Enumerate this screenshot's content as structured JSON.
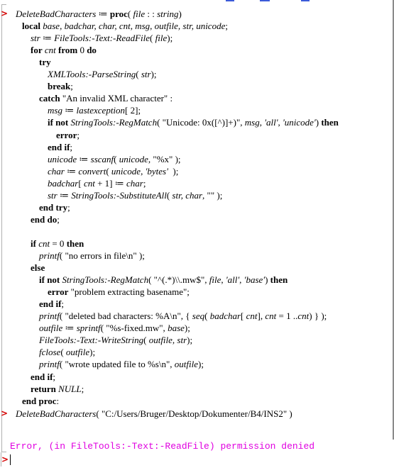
{
  "prompt_symbol": ">",
  "code_lines": [
    {
      "indent": 0,
      "segs": [
        [
          "i",
          "DeleteBadCharacters"
        ],
        [
          "t",
          " ≔ "
        ],
        [
          "b",
          "proc"
        ],
        [
          "t",
          "( "
        ],
        [
          "i",
          "file"
        ],
        [
          "t",
          " : : "
        ],
        [
          "i",
          "string"
        ],
        [
          "t",
          ")"
        ]
      ]
    },
    {
      "indent": 1,
      "segs": [
        [
          "b",
          "local"
        ],
        [
          "t",
          " "
        ],
        [
          "i",
          "base, badchar, char, cnt, msg, outfile, str, unicode"
        ],
        [
          "t",
          ";"
        ]
      ]
    },
    {
      "indent": 2,
      "segs": [
        [
          "i",
          "str"
        ],
        [
          "t",
          " ≔ "
        ],
        [
          "i",
          "FileTools:-Text:-ReadFile"
        ],
        [
          "t",
          "( "
        ],
        [
          "i",
          "file"
        ],
        [
          "t",
          ");"
        ]
      ]
    },
    {
      "indent": 2,
      "segs": [
        [
          "b",
          "for"
        ],
        [
          "t",
          " "
        ],
        [
          "i",
          "cnt"
        ],
        [
          "t",
          " "
        ],
        [
          "b",
          "from"
        ],
        [
          "t",
          " 0 "
        ],
        [
          "b",
          "do"
        ]
      ]
    },
    {
      "indent": 3,
      "segs": [
        [
          "b",
          "try"
        ]
      ]
    },
    {
      "indent": 4,
      "segs": [
        [
          "i",
          "XMLTools:-ParseString"
        ],
        [
          "t",
          "( "
        ],
        [
          "i",
          "str"
        ],
        [
          "t",
          ");"
        ]
      ]
    },
    {
      "indent": 4,
      "segs": [
        [
          "b",
          "break"
        ],
        [
          "t",
          ";"
        ]
      ]
    },
    {
      "indent": 3,
      "segs": [
        [
          "b",
          "catch"
        ],
        [
          "t",
          " \"An invalid XML character\" :"
        ]
      ]
    },
    {
      "indent": 4,
      "segs": [
        [
          "i",
          "msg"
        ],
        [
          "t",
          " ≔ "
        ],
        [
          "i",
          "lastexception"
        ],
        [
          "t",
          "[ 2];"
        ]
      ]
    },
    {
      "indent": 4,
      "segs": [
        [
          "b",
          "if not"
        ],
        [
          "t",
          " "
        ],
        [
          "i",
          "StringTools:-RegMatch"
        ],
        [
          "t",
          "( \"Unicode: 0x([^)]+)\", "
        ],
        [
          "i",
          "msg"
        ],
        [
          "t",
          ", "
        ],
        [
          "i",
          "'all'"
        ],
        [
          "t",
          ", "
        ],
        [
          "i",
          "'unicode'"
        ],
        [
          "t",
          ") "
        ],
        [
          "b",
          "then"
        ]
      ]
    },
    {
      "indent": 5,
      "segs": [
        [
          "b",
          "error"
        ],
        [
          "t",
          ";"
        ]
      ]
    },
    {
      "indent": 4,
      "segs": [
        [
          "b",
          "end if"
        ],
        [
          "t",
          ";"
        ]
      ]
    },
    {
      "indent": 4,
      "segs": [
        [
          "i",
          "unicode"
        ],
        [
          "t",
          " ≔ "
        ],
        [
          "i",
          "sscanf"
        ],
        [
          "t",
          "( "
        ],
        [
          "i",
          "unicode"
        ],
        [
          "t",
          ", \"%x\" );"
        ]
      ]
    },
    {
      "indent": 4,
      "segs": [
        [
          "i",
          "char"
        ],
        [
          "t",
          " ≔ "
        ],
        [
          "i",
          "convert"
        ],
        [
          "t",
          "( "
        ],
        [
          "i",
          "unicode"
        ],
        [
          "t",
          ", "
        ],
        [
          "i",
          "'bytes'"
        ],
        [
          "t",
          "  );"
        ]
      ]
    },
    {
      "indent": 4,
      "segs": [
        [
          "i",
          "badchar"
        ],
        [
          "t",
          "[ "
        ],
        [
          "i",
          "cnt"
        ],
        [
          "t",
          " + 1] ≔ "
        ],
        [
          "i",
          "char"
        ],
        [
          "t",
          ";"
        ]
      ]
    },
    {
      "indent": 4,
      "segs": [
        [
          "i",
          "str"
        ],
        [
          "t",
          " ≔ "
        ],
        [
          "i",
          "StringTools:-SubstituteAll"
        ],
        [
          "t",
          "( "
        ],
        [
          "i",
          "str, char"
        ],
        [
          "t",
          ", \"\" );"
        ]
      ]
    },
    {
      "indent": 3,
      "segs": [
        [
          "b",
          "end try"
        ],
        [
          "t",
          ";"
        ]
      ]
    },
    {
      "indent": 2,
      "segs": [
        [
          "b",
          "end do"
        ],
        [
          "t",
          ";"
        ]
      ]
    },
    {
      "indent": 0,
      "segs": []
    },
    {
      "indent": 2,
      "segs": [
        [
          "b",
          "if"
        ],
        [
          "t",
          " "
        ],
        [
          "i",
          "cnt"
        ],
        [
          "t",
          " = 0 "
        ],
        [
          "b",
          "then"
        ]
      ]
    },
    {
      "indent": 3,
      "segs": [
        [
          "i",
          "printf"
        ],
        [
          "t",
          "( \"no errors in file\\n\" );"
        ]
      ]
    },
    {
      "indent": 2,
      "segs": [
        [
          "b",
          "else"
        ]
      ]
    },
    {
      "indent": 3,
      "segs": [
        [
          "b",
          "if not"
        ],
        [
          "t",
          " "
        ],
        [
          "i",
          "StringTools:-RegMatch"
        ],
        [
          "t",
          "( \"^(.*)\\\\.mw$\", "
        ],
        [
          "i",
          "file"
        ],
        [
          "t",
          ", "
        ],
        [
          "i",
          "'all'"
        ],
        [
          "t",
          ", "
        ],
        [
          "i",
          "'base'"
        ],
        [
          "t",
          ") "
        ],
        [
          "b",
          "then"
        ]
      ]
    },
    {
      "indent": 4,
      "segs": [
        [
          "b",
          "error"
        ],
        [
          "t",
          " \"problem extracting basename\";"
        ]
      ]
    },
    {
      "indent": 3,
      "segs": [
        [
          "b",
          "end if"
        ],
        [
          "t",
          ";"
        ]
      ]
    },
    {
      "indent": 3,
      "segs": [
        [
          "i",
          "printf"
        ],
        [
          "t",
          "( \"deleted bad characters: %A\\n\", { "
        ],
        [
          "i",
          "seq"
        ],
        [
          "t",
          "( "
        ],
        [
          "i",
          "badchar"
        ],
        [
          "t",
          "[ "
        ],
        [
          "i",
          "cnt"
        ],
        [
          "t",
          "], "
        ],
        [
          "i",
          "cnt"
        ],
        [
          "t",
          " = 1 .."
        ],
        [
          "i",
          "cnt"
        ],
        [
          "t",
          ") } );"
        ]
      ]
    },
    {
      "indent": 3,
      "segs": [
        [
          "i",
          "outfile"
        ],
        [
          "t",
          " ≔ "
        ],
        [
          "i",
          "sprintf"
        ],
        [
          "t",
          "( \"%s-fixed.mw\", "
        ],
        [
          "i",
          "base"
        ],
        [
          "t",
          ");"
        ]
      ]
    },
    {
      "indent": 3,
      "segs": [
        [
          "i",
          "FileTools:-Text:-WriteString"
        ],
        [
          "t",
          "( "
        ],
        [
          "i",
          "outfile, str"
        ],
        [
          "t",
          ");"
        ]
      ]
    },
    {
      "indent": 3,
      "segs": [
        [
          "i",
          "fclose"
        ],
        [
          "t",
          "( "
        ],
        [
          "i",
          "outfile"
        ],
        [
          "t",
          ");"
        ]
      ]
    },
    {
      "indent": 3,
      "segs": [
        [
          "i",
          "printf"
        ],
        [
          "t",
          "( \"wrote updated file to %s\\n\", "
        ],
        [
          "i",
          "outfile"
        ],
        [
          "t",
          ");"
        ]
      ]
    },
    {
      "indent": 2,
      "segs": [
        [
          "b",
          "end if"
        ],
        [
          "t",
          ";"
        ]
      ]
    },
    {
      "indent": 2,
      "segs": [
        [
          "b",
          "return"
        ],
        [
          "t",
          " "
        ],
        [
          "i",
          "NULL"
        ],
        [
          "t",
          ";"
        ]
      ]
    },
    {
      "indent": 1,
      "segs": [
        [
          "b",
          "end proc"
        ],
        [
          "t",
          ":"
        ]
      ]
    }
  ],
  "call_line": {
    "segs": [
      [
        "i",
        "DeleteBadCharacters"
      ],
      [
        "t",
        "( \"C:/Users/Bruger/Desktop/Dokumenter/B4/INS2\" )"
      ]
    ]
  },
  "error_message": "Error, (in FileTools:-Text:-ReadFile) permission denied",
  "colors": {
    "prompt": "#d40000",
    "error": "#e000e0",
    "bracket": "#b0b0b0"
  }
}
